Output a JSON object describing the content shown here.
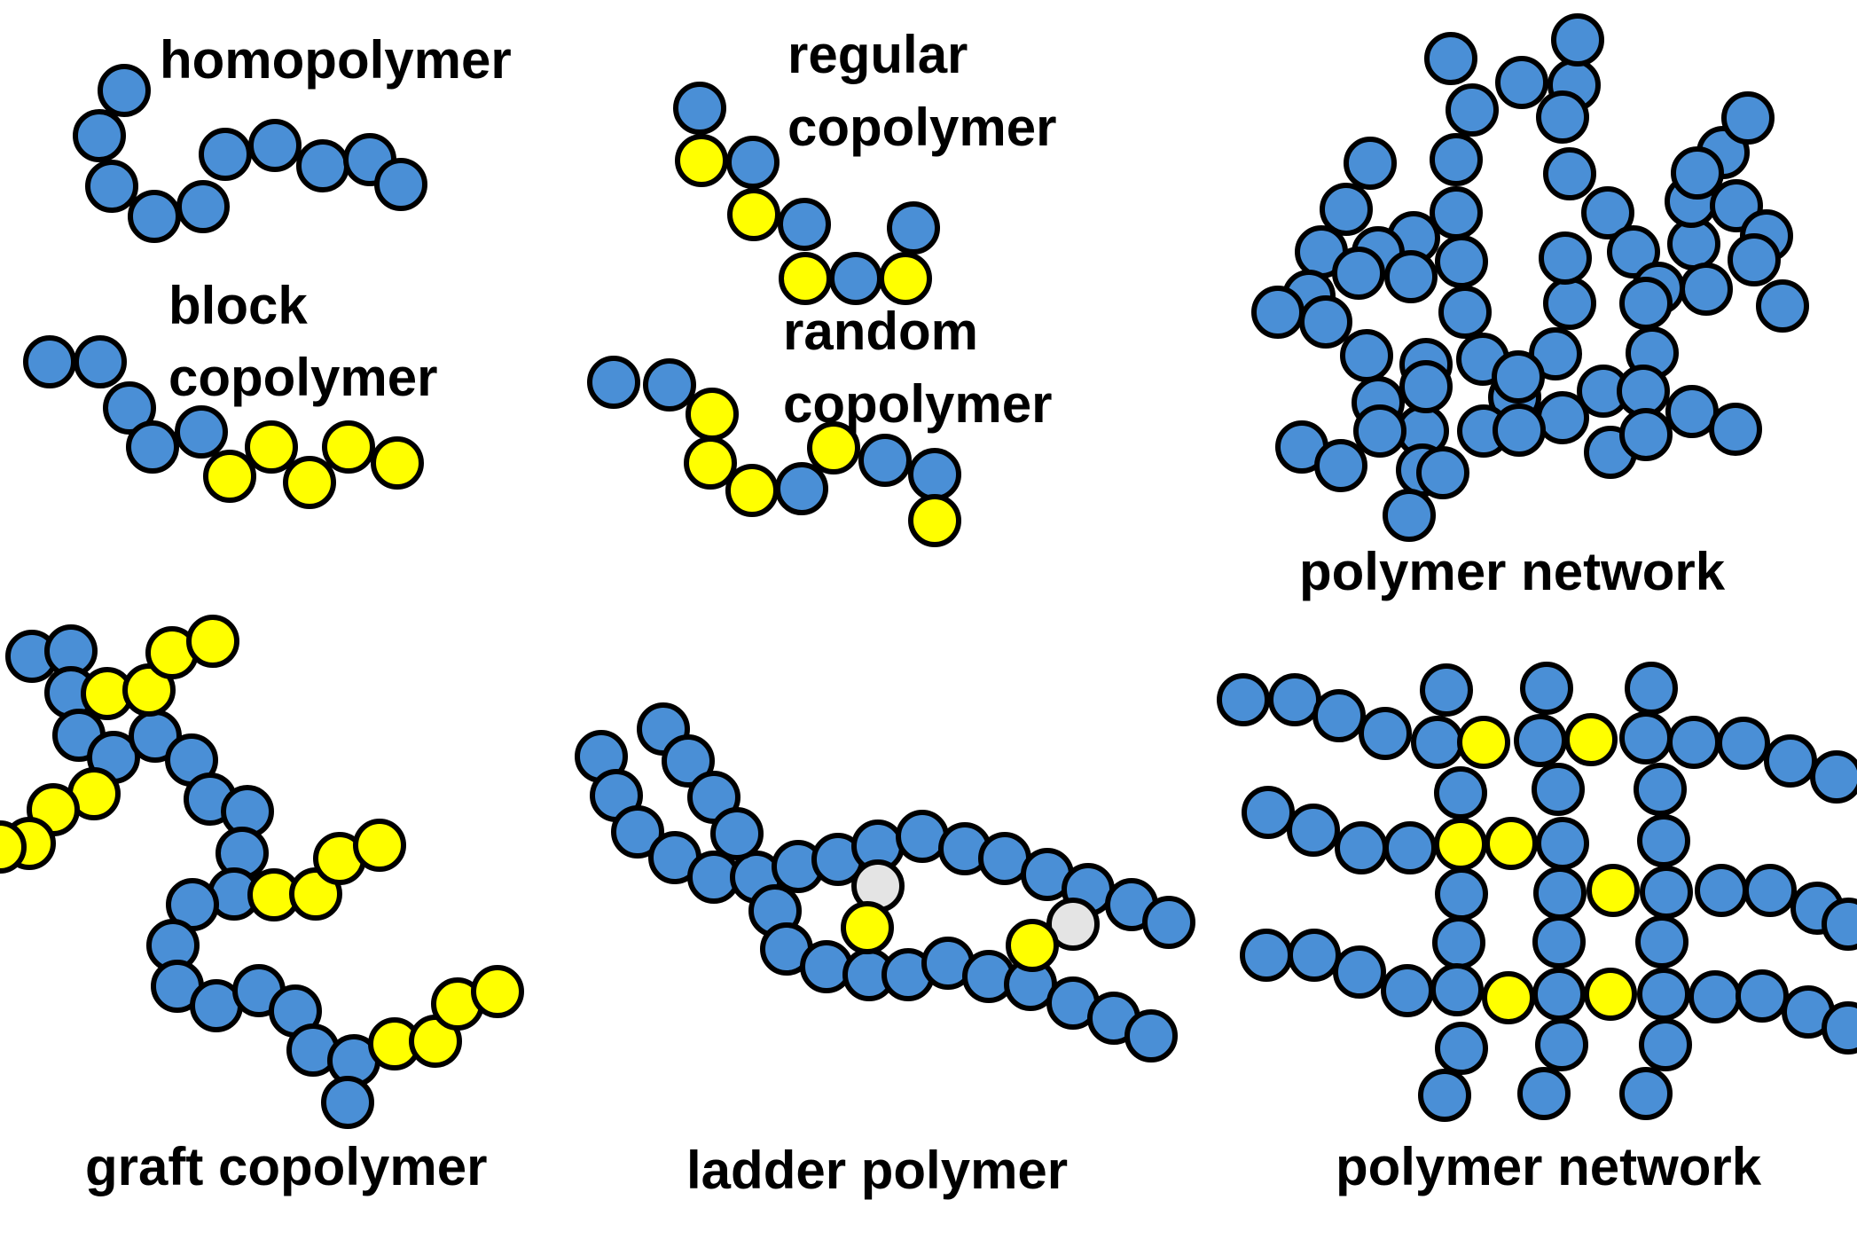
{
  "labels": {
    "homopolymer": "homopolymer",
    "regular": "regular",
    "copolymer": "copolymer",
    "block": "block",
    "random": "random",
    "polymer_network": "polymer network",
    "graft_copolymer": "graft copolymer",
    "ladder_polymer": "ladder polymer"
  },
  "colors": {
    "blue": "#4a8fd6",
    "yellow": "#ffff00",
    "grey": "#e4e4e4",
    "outline": "#000000"
  }
}
